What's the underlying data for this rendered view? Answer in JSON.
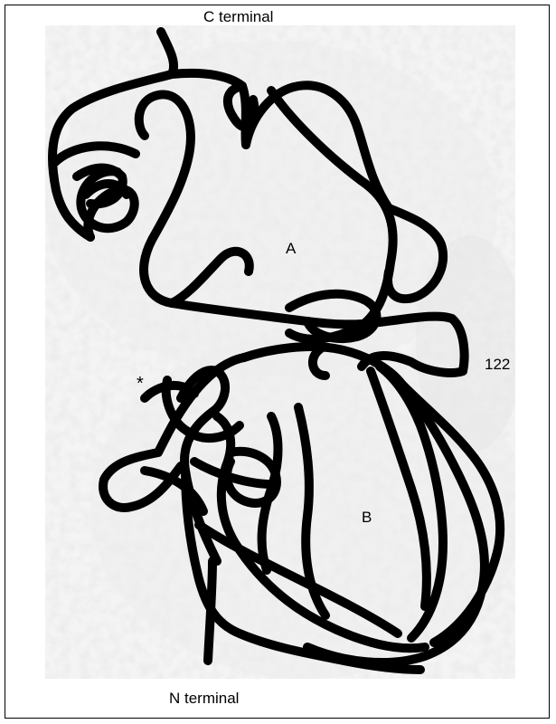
{
  "labels": {
    "c_terminal": "C terminal",
    "n_terminal": "N terminal",
    "domain_a": "A",
    "domain_b": "B",
    "residue": "122",
    "marker": "*"
  },
  "colors": {
    "trace": "#000000",
    "surface_light": "#f1f1f1",
    "surface_mid": "#dedede",
    "surface_dark": "#c8c8c8"
  }
}
